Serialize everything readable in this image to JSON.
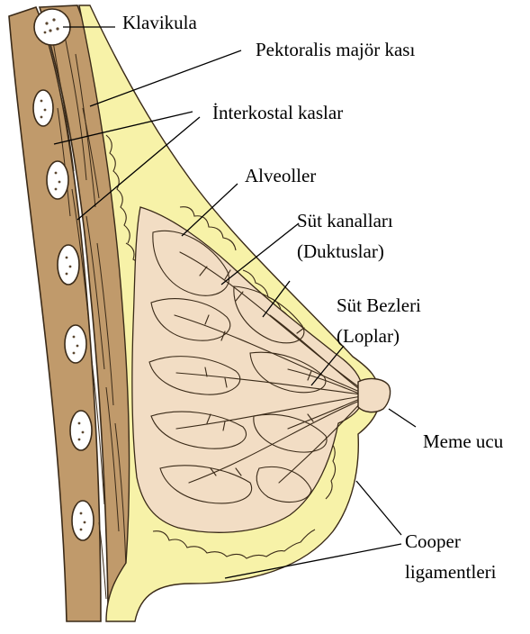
{
  "diagram": {
    "colors": {
      "muscle": "#c09a6b",
      "fat": "#f7f2a8",
      "gland": "#f2ddc4",
      "outline": "#3a2a18",
      "rib": "#ffffff"
    },
    "labels": {
      "clavicle": "Klavikula",
      "pectoralis": "Pektoralis majör kası",
      "intercostal": "İnterkostal kaslar",
      "alveoli": "Alveoller",
      "ducts_line1": "Süt kanalları",
      "ducts_line2": "(Duktuslar)",
      "lobes_line1": "Süt Bezleri",
      "lobes_line2": "(Loplar)",
      "nipple": "Meme ucu",
      "cooper_line1": "Cooper",
      "cooper_line2": "ligamentleri"
    }
  }
}
